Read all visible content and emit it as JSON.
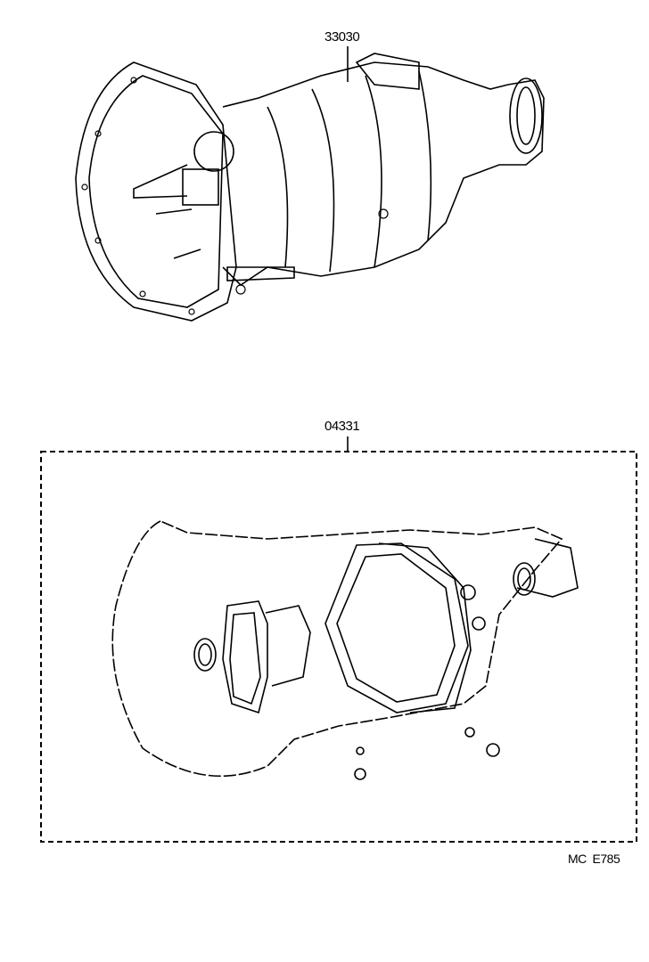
{
  "parts": [
    {
      "part_number": "33030"
    },
    {
      "part_number": "04331"
    }
  ],
  "diagram_code": "MC  E785",
  "colors": {
    "line": "#000000",
    "background": "#ffffff"
  }
}
